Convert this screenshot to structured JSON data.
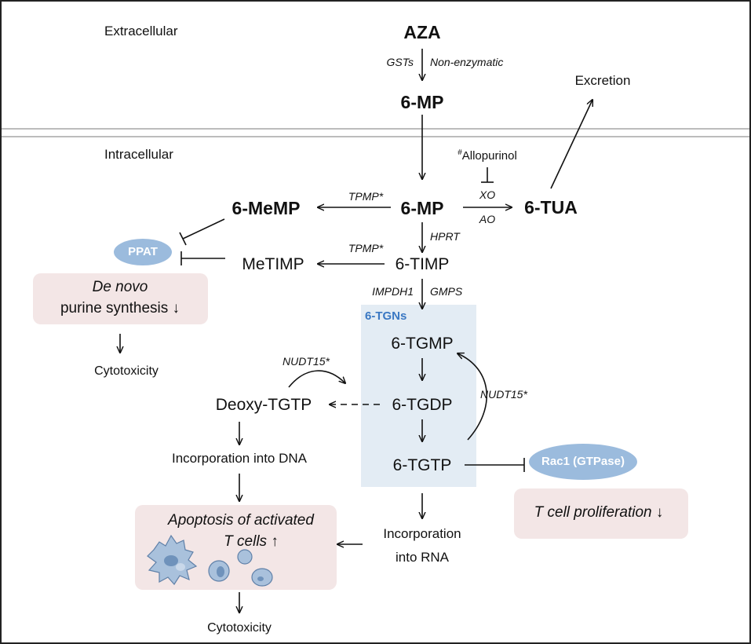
{
  "compartments": {
    "extracellular": "Extracellular",
    "intracellular": "Intracellular"
  },
  "molecules": {
    "aza": "AZA",
    "mp_extra": "6-MP",
    "mp_intra": "6-MP",
    "tua": "6-TUA",
    "memp": "6-MeMP",
    "metimp": "MeTIMP",
    "timp": "6-TIMP",
    "tgmp": "6-TGMP",
    "tgdp": "6-TGDP",
    "tgtp": "6-TGTP",
    "deoxy_tgtp": "Deoxy-TGTP"
  },
  "group_label": "6-TGNs",
  "enzymes": {
    "gsts": "GSTs",
    "non_enzymatic": "Non-enzymatic",
    "xo": "XO",
    "ao": "AO",
    "tpmp_1": "TPMP*",
    "tpmp_2": "TPMP*",
    "hprt": "HPRT",
    "impdh1": "IMPDH1",
    "gmps": "GMPS",
    "nudt15_left": "NUDT15*",
    "nudt15_right": "NUDT15*"
  },
  "inhibitor": {
    "marker": "#",
    "name": "Allopurinol"
  },
  "outcomes": {
    "excretion": "Excretion",
    "ppat": "PPAT",
    "de_novo_1": "De novo",
    "de_novo_2": "purine synthesis ↓",
    "cytotoxicity_1": "Cytotoxicity",
    "incorporation_dna": "Incorporation into DNA",
    "apoptosis_1": "Apoptosis of activated",
    "apoptosis_2": "T cells ↑",
    "cytotoxicity_2": "Cytotoxicity",
    "incorporation_rna_1": "Incorporation",
    "incorporation_rna_2": "into RNA",
    "rac1": "Rac1 (GTPase)",
    "t_cell_prolif": "T cell proliferation ↓"
  },
  "colors": {
    "pink_box": "#f3e6e6",
    "blue_region": "#e3ecf4",
    "oval": "#9bbbdd",
    "tgns_label": "#3a78c3",
    "membrane": "#a6a6a6"
  }
}
